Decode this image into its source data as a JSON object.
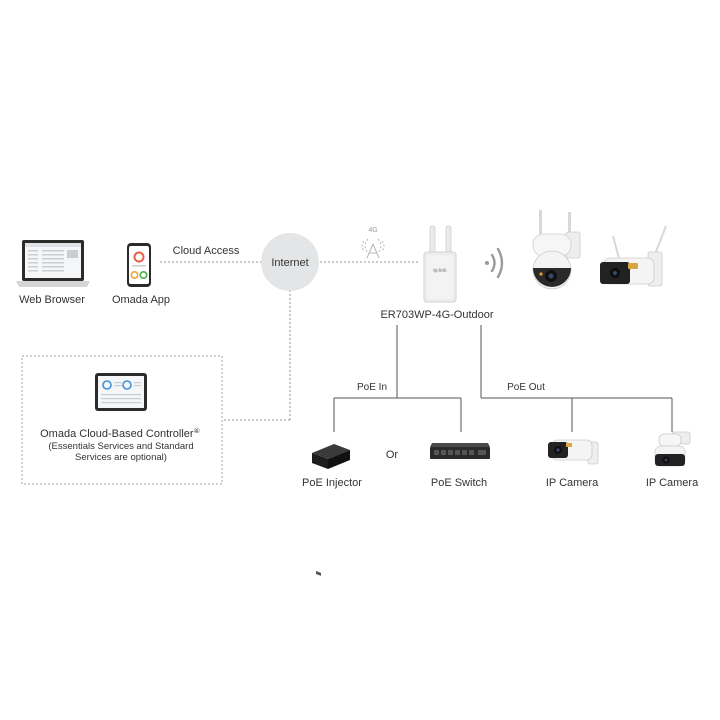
{
  "nodes": {
    "web_browser": "Web Browser",
    "omada_app": "Omada App",
    "cloud_access": "Cloud Access",
    "internet": "Internet",
    "signal_4g": "4G",
    "router": "ER703WP-4G-Outdoor",
    "controller_title": "Omada Cloud-Based Controller",
    "controller_mark": "④",
    "controller_note_1": "(Essentials Services and Standard",
    "controller_note_2": "Services are optional)",
    "poe_in": "PoE In",
    "poe_out": "PoE Out",
    "poe_injector": "PoE Injector",
    "or": "Or",
    "poe_switch": "PoE Switch",
    "ip_camera_1": "IP Camera",
    "ip_camera_2": "IP Camera",
    "router_logo": "tp-link"
  },
  "colors": {
    "line": "#555555",
    "dashed": "#9a9a9a",
    "internet_bubble": "#e4e5e6",
    "device_dark": "#2a2a2a",
    "device_light": "#f2f2f2",
    "accent_app": [
      "#e85d4a",
      "#f2a33a",
      "#4caf50",
      "#3f8fd8"
    ]
  }
}
